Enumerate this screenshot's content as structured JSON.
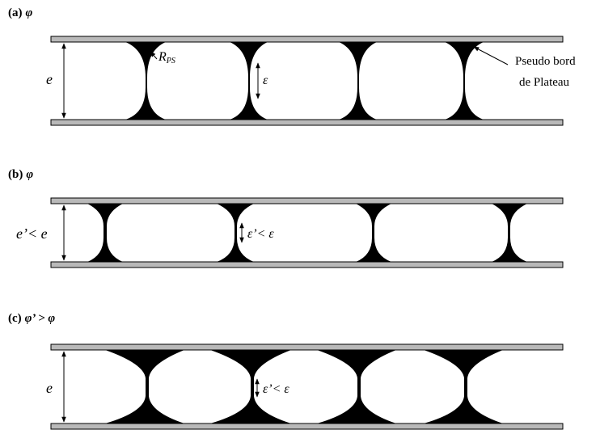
{
  "panels": [
    {
      "id": "a",
      "label": "(a)",
      "phase_symbol": "φ",
      "thickness_label": "e",
      "gap_label": "ε"
    },
    {
      "id": "b",
      "label": "(b)",
      "phase_symbol": "φ",
      "thickness_label": "e’< e",
      "gap_label": "ε’< ε"
    },
    {
      "id": "c",
      "label": "(c)",
      "phase_symbol": "φ’ > φ",
      "thickness_label": "e",
      "gap_label": "ε’< ε"
    }
  ],
  "annotations": {
    "radius_label": "R",
    "radius_subscript": "PS",
    "pseudo_border_line1": "Pseudo bord",
    "pseudo_border_line2": "de Plateau"
  },
  "colors": {
    "plate_fill": "#b9b9b9",
    "border_fill": "#000000",
    "background": "#ffffff"
  }
}
